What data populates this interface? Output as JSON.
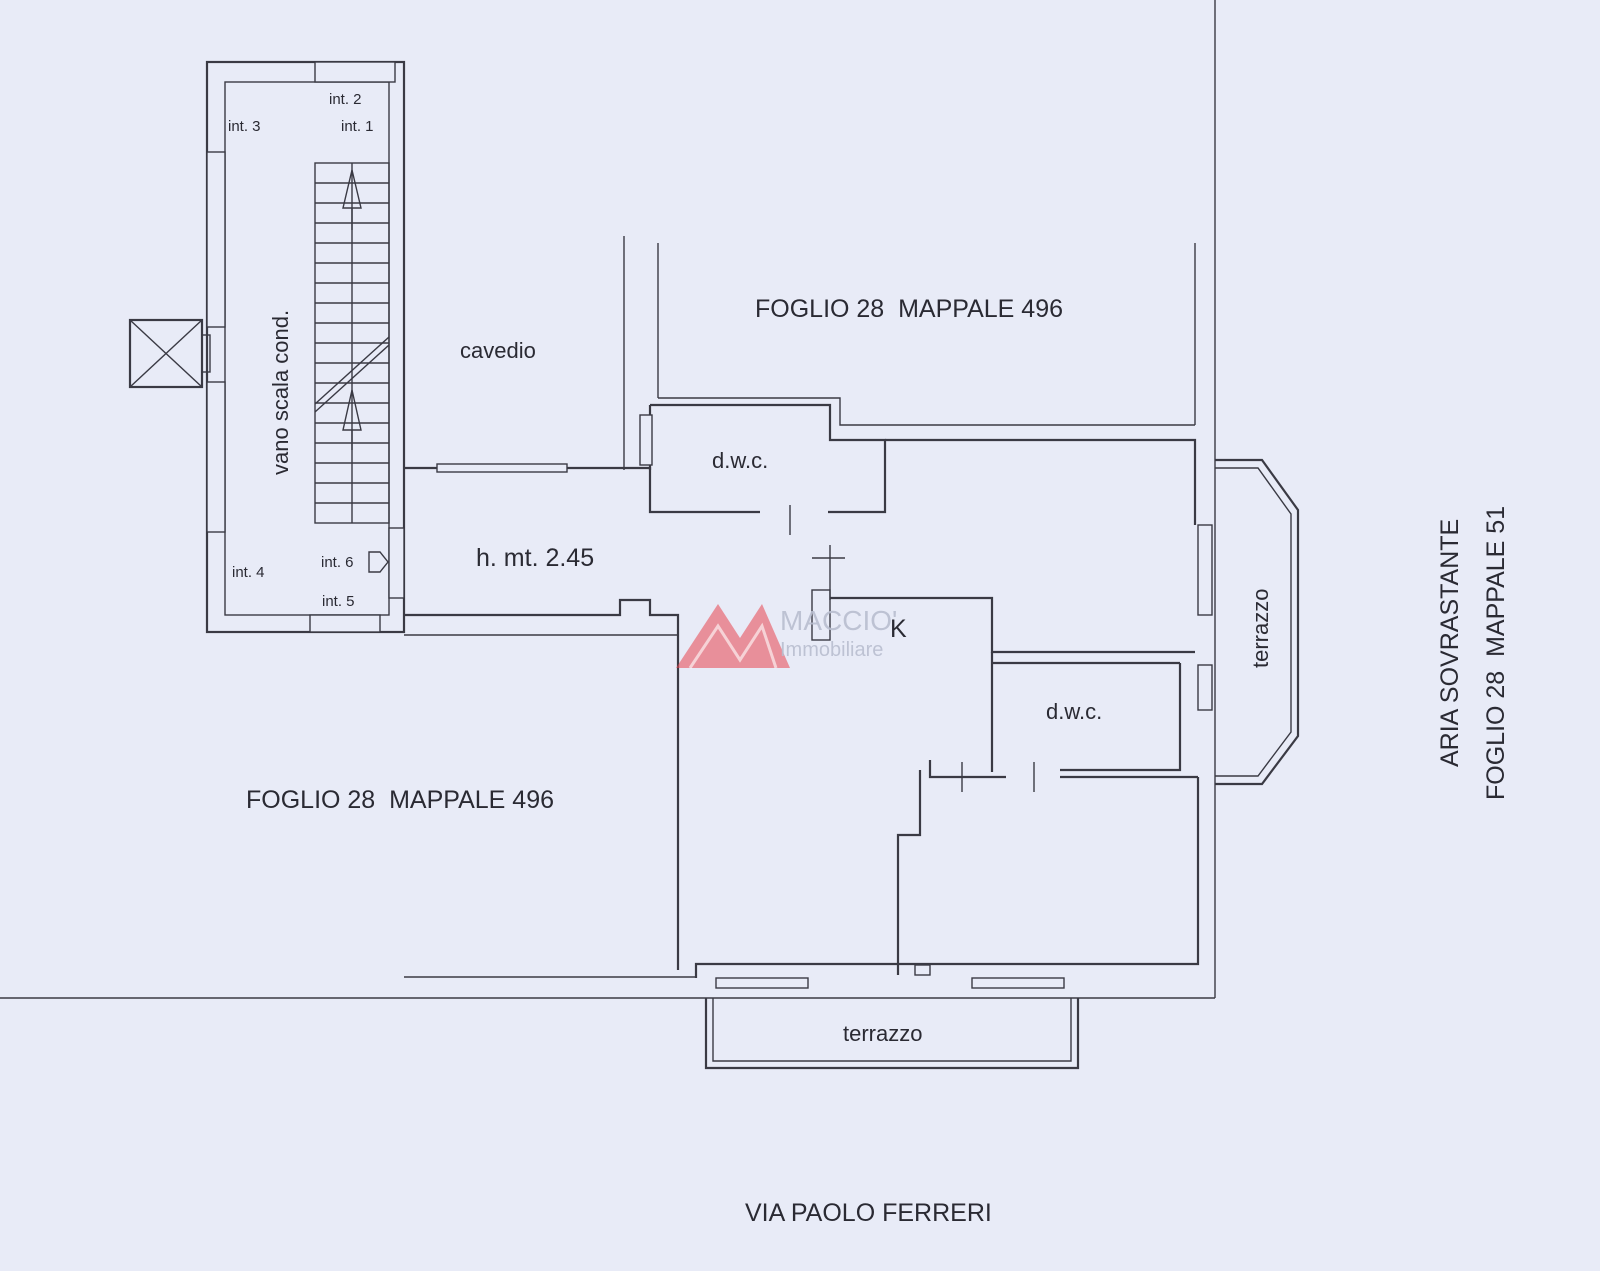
{
  "stair": {
    "label": "vano scala cond.",
    "units": [
      "int. 1",
      "int. 2",
      "int. 3",
      "int. 4",
      "int. 5",
      "int. 6"
    ]
  },
  "rooms": {
    "cavedio": "cavedio",
    "parcel_top": "FOGLIO 28  MAPPALE 496",
    "parcel_left": "FOGLIO 28  MAPPALE 496",
    "dwc_upper": "d.w.c.",
    "dwc_lower": "d.w.c.",
    "height": "h. mt. 2.45",
    "kitchen": "K",
    "terrace_right": "terrazzo",
    "terrace_bottom": "terrazzo"
  },
  "side_note": {
    "line1": "ARIA SOVRASTANTE",
    "line2": "FOGLIO 28  MAPPALE 51"
  },
  "street": "VIA PAOLO FERRERI",
  "watermark": {
    "brand": "MACCIO'",
    "sub": "Immobiliare",
    "color": "#e8434e"
  }
}
